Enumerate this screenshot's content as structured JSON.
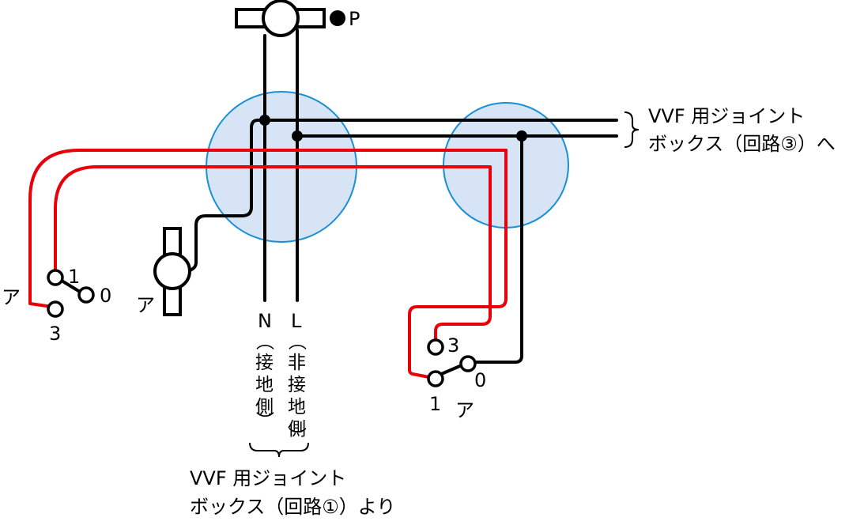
{
  "labels": {
    "pilot": "P",
    "switch_a": "ア",
    "terminal_1": "1",
    "terminal_0": "0",
    "terminal_3": "3",
    "neutral_letter": "N",
    "neutral_desc": [
      "（",
      "接",
      "地",
      "側",
      "）"
    ],
    "line_letter": "L",
    "line_desc": [
      "（",
      "非",
      "接",
      "地",
      "側",
      "）"
    ],
    "to_box_line1": "VVF 用ジョイント",
    "to_box_line2": "ボックス（回路③）へ",
    "from_box_line1": "VVF 用ジョイント",
    "from_box_line2": "ボックス（回路①）より"
  },
  "colors": {
    "black_wire": "#000000",
    "red_wire": "#e8000b",
    "junction_box_fill": "#d6e4f5",
    "junction_box_stroke": "#1a8fd6"
  }
}
